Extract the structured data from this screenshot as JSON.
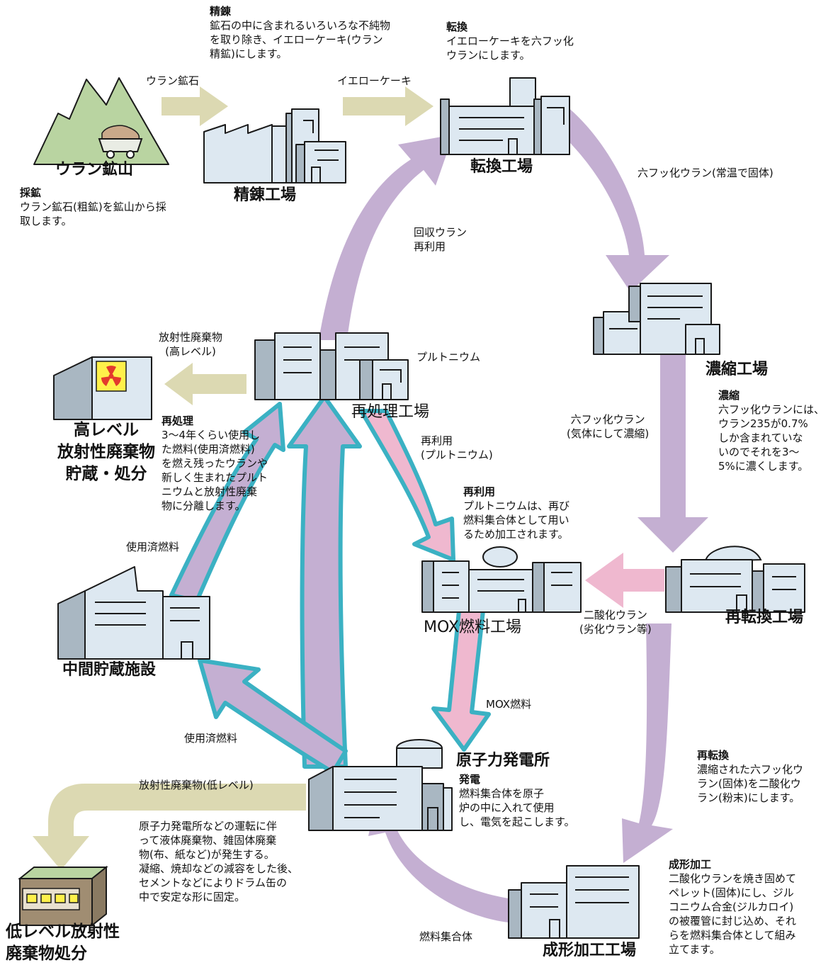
{
  "colors": {
    "cycle_arrow": "#c4afd2",
    "plutonium_arrow": "#efb8cf",
    "spent_fuel_outline": "#3bb1c3",
    "tan_arrow": "#dcd9b2",
    "building_face": "#dde8f1",
    "building_shade": "#a9b7c2",
    "mountain": "#b9d4a1",
    "hazard_bg": "#fff04a",
    "hazard_fg": "#e33a2d"
  },
  "facilities": {
    "mine": "ウラン鉱山",
    "refining": "精錬工場",
    "conversion": "転換工場",
    "enrichment": "濃縮工場",
    "reconversion": "再転換工場",
    "fabrication": "成形加工工場",
    "power_plant": "原子力発電所",
    "mox": "MOX燃料工場",
    "reprocessing": "再処理工場",
    "interim": "中間貯蔵施設",
    "hlw": [
      "高レベル",
      "放射性廃棄物",
      "貯蔵・処分"
    ],
    "llw": [
      "低レベル放射性",
      "廃棄物処分"
    ]
  },
  "flows": {
    "uranium_ore": "ウラン鉱石",
    "yellowcake": "イエローケーキ",
    "uf6_solid": "六フッ化ウラン(常温で固体)",
    "uf6_gas": [
      "六フッ化ウラン",
      "(気体にして濃縮)"
    ],
    "depleted": [
      "二酸化ウラン",
      "(劣化ウラン等)"
    ],
    "fuel_assembly": "燃料集合体",
    "mox_fuel": "MOX燃料",
    "reuse_pu": [
      "再利用",
      "(プルトニウム)"
    ],
    "plutonium": "プルトニウム",
    "recovered_u": [
      "回収ウラン",
      "再利用"
    ],
    "hlw_flow": [
      "放射性廃棄物",
      "(高レベル)"
    ],
    "spent_fuel_1": "使用済燃料",
    "spent_fuel_2": "使用済燃料",
    "llw_flow": "放射性廃棄物(低レベル)"
  },
  "notes": {
    "mining": {
      "title": "採鉱",
      "lines": [
        "ウラン鉱石(粗鉱)を鉱山から採",
        "取します。"
      ]
    },
    "refining": {
      "title": "精錬",
      "lines": [
        "鉱石の中に含まれるいろいろな不純物",
        "を取り除き、イエローケーキ(ウラン",
        "精鉱)にします。"
      ]
    },
    "conversion": {
      "title": "転換",
      "lines": [
        "イエローケーキを六フッ化",
        "ウランにします。"
      ]
    },
    "enrichment": {
      "title": "濃縮",
      "lines": [
        "六フッ化ウランには、",
        "ウラン235が0.7%",
        "しか含まれていな",
        "いのでそれを3〜",
        "5%に濃くします。"
      ]
    },
    "reuse": {
      "title": "再利用",
      "lines": [
        "プルトニウムは、再び",
        "燃料集合体として用い",
        "るため加工されます。"
      ]
    },
    "reprocessing": {
      "title": "再処理",
      "lines": [
        "3〜4年くらい使用し",
        "た燃料(使用済燃料)",
        "を燃え残ったウランや",
        "新しく生まれたプルト",
        "ニウムと放射性廃棄",
        "物に分離します。"
      ]
    },
    "generation": {
      "title": "発電",
      "lines": [
        "燃料集合体を原子",
        "炉の中に入れて使用",
        "し、電気を起こします。"
      ]
    },
    "reconversion": {
      "title": "再転換",
      "lines": [
        "濃縮された六フッ化ウ",
        "ラン(固体)を二酸化ウ",
        "ラン(粉末)にします。"
      ]
    },
    "llw": {
      "lines": [
        "原子力発電所などの運転に伴",
        "って液体廃棄物、雑固体廃棄",
        "物(布、紙など)が発生する。",
        "凝縮、焼却などの減容をした後、",
        "セメントなどによりドラム缶の",
        "中で安定な形に固定。"
      ]
    },
    "fabrication": {
      "title": "成形加工",
      "lines": [
        "二酸化ウランを焼き固めて",
        "ペレット(固体)にし、ジル",
        "コニウム合金(ジルカロイ)",
        "の被覆管に封じ込め、それ",
        "らを燃料集合体として組み",
        "立てます。"
      ]
    }
  }
}
